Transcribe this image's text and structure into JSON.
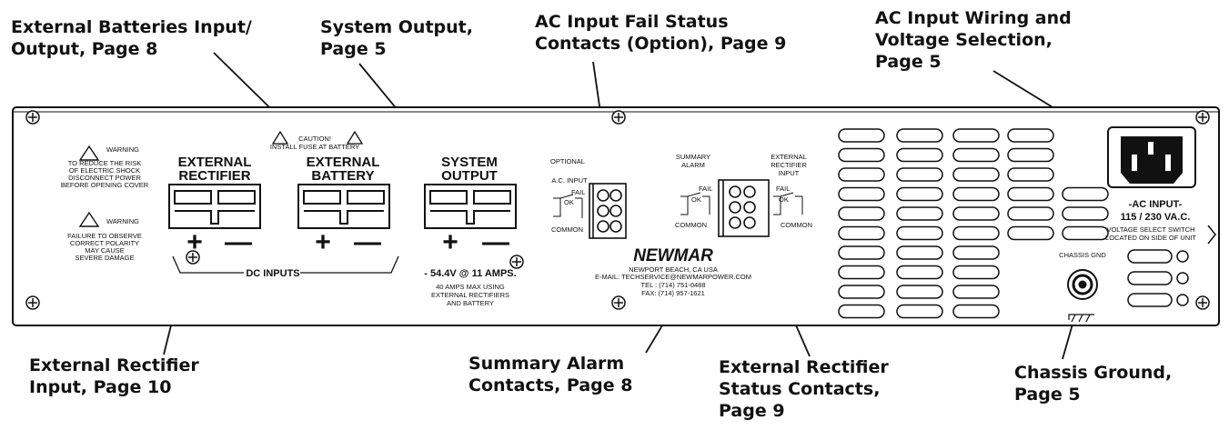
{
  "callouts": {
    "ext_batteries": [
      "External Batteries Input/",
      "Output, Page 8"
    ],
    "system_output": [
      "System Output,",
      "Page 5"
    ],
    "ac_fail": [
      "AC Input Fail Status",
      "Contacts (Option), Page 9"
    ],
    "ac_wiring": [
      "AC Input Wiring and",
      "Voltage Selection,",
      "Page 5"
    ],
    "ext_rectifier_input": [
      "External Rectifier",
      "Input, Page 10"
    ],
    "summary_alarm": [
      "Summary Alarm",
      "Contacts, Page 8"
    ],
    "ext_rectifier_status": [
      "External Rectifier",
      "Status Contacts,",
      "Page 9"
    ],
    "chassis_ground": [
      "Chassis Ground,",
      "Page 5"
    ]
  },
  "panel": {
    "warning1": {
      "title": "WARNING",
      "lines": [
        "TO REDUCE THE RISK",
        "OF ELECTRIC SHOCK",
        "DISCONNECT POWER",
        "BEFORE OPENING COVER"
      ]
    },
    "warning2": {
      "title": "WARNING",
      "lines": [
        "FAILURE TO OBSERVE",
        "CORRECT POLARITY",
        "MAY CAUSE",
        "SEVERE DAMAGE"
      ]
    },
    "caution": [
      "CAUTION!",
      "INSTALL FUSE AT BATTERY"
    ],
    "ext_rectifier": [
      "EXTERNAL",
      "RECTIFIER"
    ],
    "ext_battery": [
      "EXTERNAL",
      "BATTERY"
    ],
    "system_output": [
      "SYSTEM",
      "OUTPUT"
    ],
    "plus": "+",
    "minus": "—",
    "dc_inputs": "DC INPUTS",
    "output_rating": "- 54.4V @ 11 AMPS.",
    "output_note": [
      "40 AMPS MAX USING",
      "EXTERNAL RECTIFIERS",
      "AND BATTERY"
    ],
    "optional": "OPTIONAL",
    "ac_input_small": "A.C. INPUT",
    "fail": "FAIL",
    "ok": "OK",
    "common": "COMMON",
    "summary_alarm": [
      "SUMMARY",
      "ALARM"
    ],
    "ext_rect_input": [
      "EXTERNAL",
      "RECTIFIER",
      "INPUT"
    ],
    "brand": "NEWMAR",
    "address": [
      "NEWPORT BEACH, CA USA",
      "E-MAIL: TECHSERVICE@NEWMARPOWER.COM",
      "TEL : (714) 751-0488",
      "FAX: (714) 957-1621"
    ],
    "ac_input_label": "-AC INPUT-",
    "voltage": "115 / 230 VA.C.",
    "voltage_note": [
      "VOLTAGE SELECT SWITCH",
      "LOCATED ON SIDE OF UNIT"
    ],
    "chassis_gnd": "CHASSIS GND"
  }
}
